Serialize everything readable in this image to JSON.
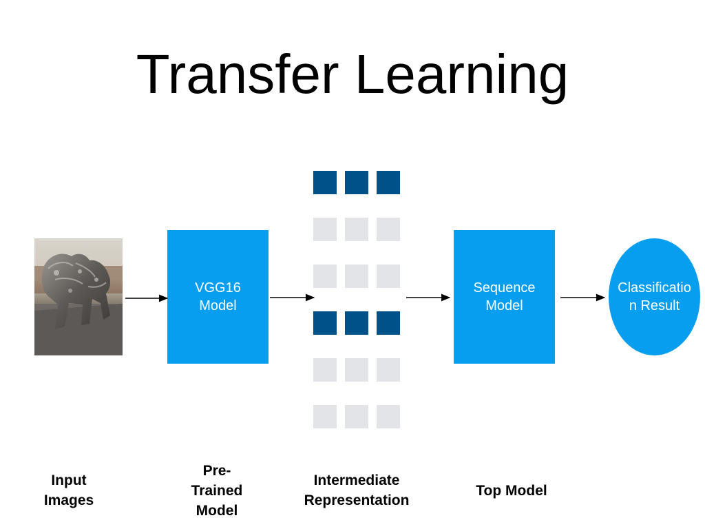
{
  "title": "Transfer Learning",
  "nodes": {
    "vgg": "VGG16\nModel",
    "sequence": "Sequence\nModel",
    "result": "Classification Result"
  },
  "labels": {
    "input": "Input\nImages",
    "pretrained": "Pre-\nTrained\nModel",
    "intermediate": "Intermediate\nRepresentation",
    "top": "Top Model"
  },
  "representation_rows": [
    "dark",
    "light",
    "light",
    "dark",
    "light",
    "light"
  ],
  "colors": {
    "box": "#089ef0",
    "cell_dark": "#00508a",
    "cell_light": "#e3e4e8",
    "arrow": "#000000"
  },
  "photo": {
    "subject": "metallic lion sculpture"
  }
}
